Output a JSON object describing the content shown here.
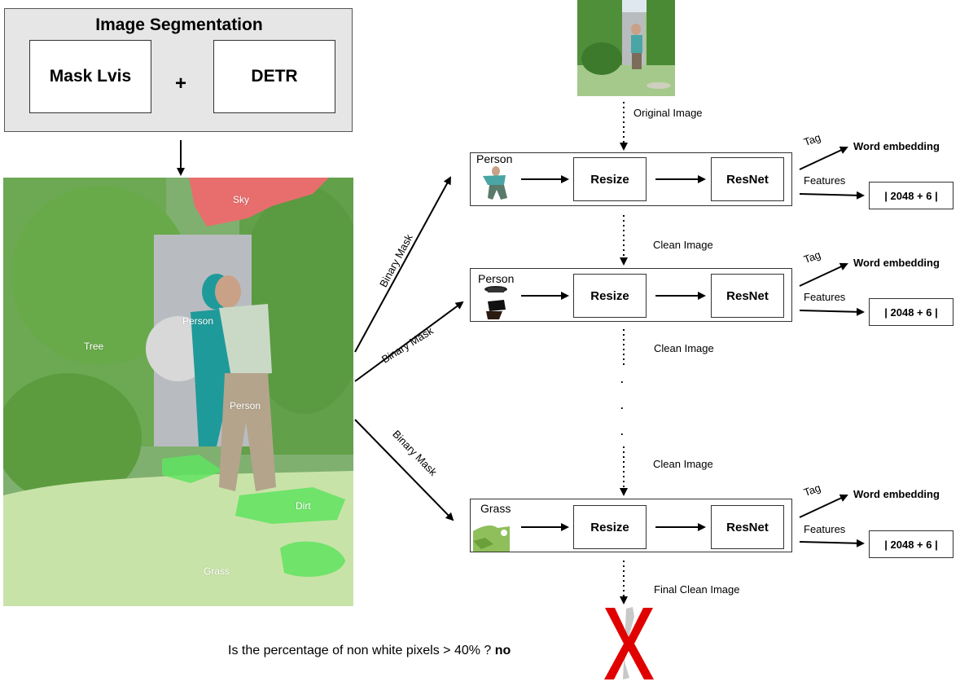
{
  "segmentation": {
    "title": "Image Segmentation",
    "model_a": "Mask Lvis",
    "plus": "+",
    "model_b": "DETR"
  },
  "scene_labels": {
    "sky": "Sky",
    "tree": "Tree",
    "person_1": "Person",
    "person_2": "Person",
    "dirt": "Dirt",
    "grass": "Grass"
  },
  "arrow_labels": {
    "binary_mask_1": "Binary Mask",
    "binary_mask_2": "Binary Mask",
    "binary_mask_3": "Binary Mask",
    "original_image": "Original Image",
    "clean_image_1": "Clean Image",
    "clean_image_2": "Clean Image",
    "clean_image_3": "Clean Image",
    "final_clean_image": "Final Clean Image",
    "ellipsis_dot": "."
  },
  "stages": [
    {
      "label": "Person",
      "resize": "Resize",
      "resnet": "ResNet",
      "tag": "Tag",
      "word": "Word embedding",
      "features": "Features",
      "vector": "| 2048 + 6 |"
    },
    {
      "label": "Person",
      "resize": "Resize",
      "resnet": "ResNet",
      "tag": "Tag",
      "word": "Word embedding",
      "features": "Features",
      "vector": "| 2048 + 6 |"
    },
    {
      "label": "Grass",
      "resize": "Resize",
      "resnet": "ResNet",
      "tag": "Tag",
      "word": "Word embedding",
      "features": "Features",
      "vector": "| 2048 + 6 |"
    }
  ],
  "question": {
    "text": "Is the percentage of non white pixels > 40% ? ",
    "answer": "no"
  },
  "colors": {
    "sky_mask": "#e86e6e",
    "person_mask": "#1f9a9a",
    "grass_mask": "#c8e3a8",
    "dirt_mask": "#5fe35f",
    "tree_mask": "#6aa84f",
    "reject_x": "#e00000"
  }
}
